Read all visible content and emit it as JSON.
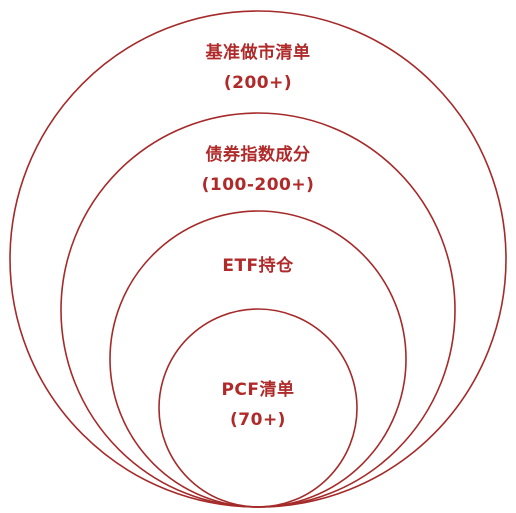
{
  "colors": {
    "ring": "#a52a2a",
    "text": "#b02a2a"
  },
  "rings": [
    {
      "name": "基准做市清单",
      "count": "(200+)"
    },
    {
      "name": "债券指数成分",
      "count": "(100-200+)"
    },
    {
      "name": "ETF持仓",
      "count": ""
    },
    {
      "name": "PCF清单",
      "count": "(70+)"
    }
  ]
}
